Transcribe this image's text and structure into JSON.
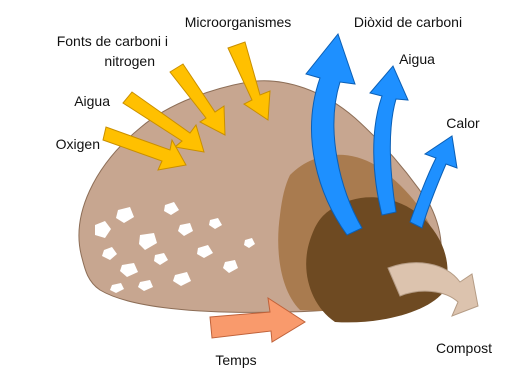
{
  "diagram": {
    "inputs": {
      "carbon_nitrogen_line1": "Fonts de carboni i",
      "carbon_nitrogen_line2": "nitrogen",
      "microorganisms": "Microorganismes",
      "water": "Aigua",
      "oxygen": "Oxigen"
    },
    "outputs": {
      "carbon_dioxide": "Diòxid de carboni",
      "water": "Aigua",
      "heat": "Calor",
      "compost": "Compost"
    },
    "time": "Temps",
    "colors": {
      "input_arrow": "#FFC000",
      "output_arrow": "#1E90FF",
      "time_arrow": "#F99A6C",
      "compost_arrow": "#DCC3AE",
      "pile_fresh": "#C7A690",
      "pile_mid": "#A97B4F",
      "pile_mature": "#6E4A22",
      "chunks": "#FFFFFF"
    }
  }
}
